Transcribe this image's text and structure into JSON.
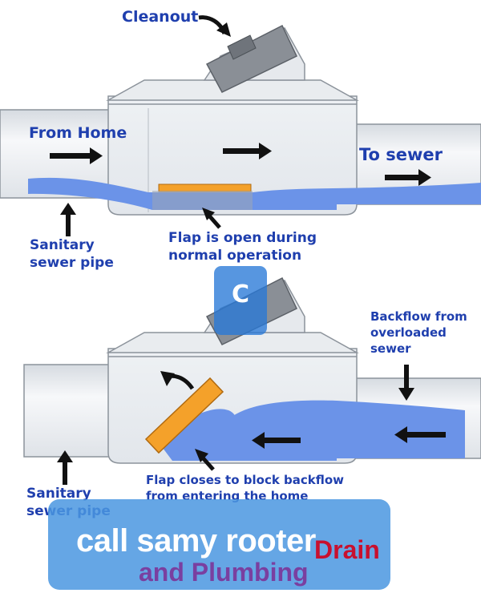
{
  "top_section": {
    "cleanout_label": "Cleanout",
    "from_home_label": "From Home",
    "to_sewer_label": "To sewer",
    "sanitary_pipe_line1": "Sanitary",
    "sanitary_pipe_line2": "sewer pipe",
    "flap_open_line1": "Flap is open during",
    "flap_open_line2": "normal operation"
  },
  "bottom_section": {
    "backflow_line1": "Backflow from",
    "backflow_line2": "overloaded",
    "backflow_line3": "sewer",
    "sanitary_pipe_line1": "Sanitary",
    "sanitary_pipe_line2": "sewer pipe",
    "flap_closed_line1": "Flap closes to block backflow",
    "flap_closed_line2": "from entering the home"
  },
  "watermark": {
    "letter": "C",
    "banner_main": "call samy rooter",
    "banner_back": "Drain",
    "banner_sub": "and Plumbing"
  },
  "colors": {
    "label_text": "#1f3fae",
    "water": "#6b93e8",
    "flap": "#f4a12a",
    "pipe": "#e8ecf0",
    "outline": "#8c939b",
    "cleanout_cap": "#8a8f96"
  }
}
